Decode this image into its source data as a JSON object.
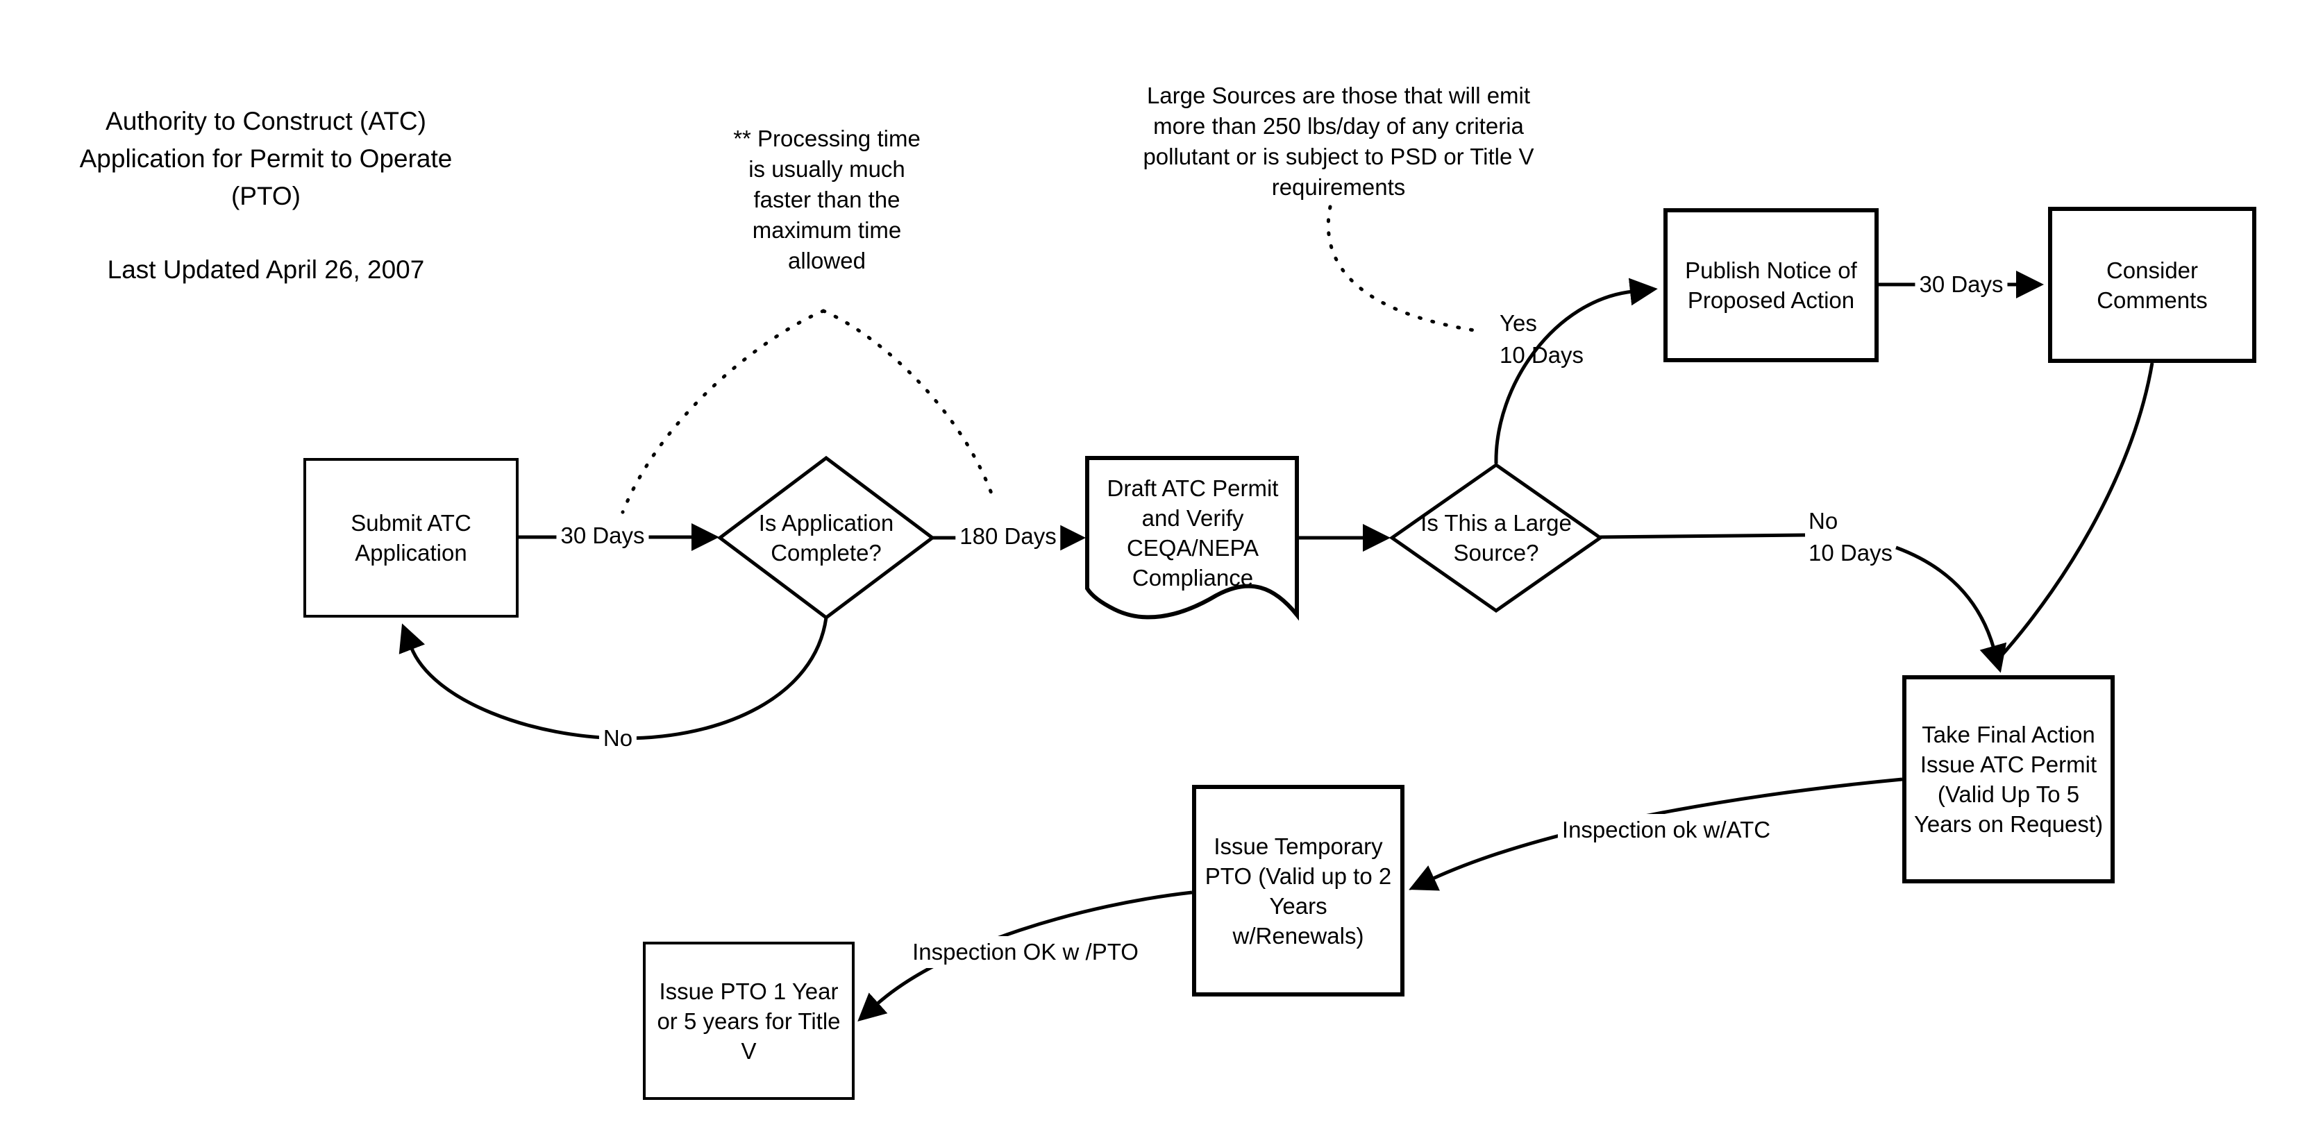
{
  "title": {
    "heading": "Authority to Construct (ATC)\nApplication for Permit to Operate\n(PTO)",
    "updated": "Last Updated April 26, 2007"
  },
  "notes": {
    "processing_time": "** Processing time\nis usually much\nfaster than the\nmaximum time\nallowed",
    "large_sources": "Large Sources are those that will emit\nmore than 250 lbs/day of any criteria\npollutant or is subject to PSD or Title V\nrequirements"
  },
  "nodes": {
    "submit": "Submit ATC\nApplication",
    "is_complete": "Is Application\nComplete?",
    "draft_permit": "Draft ATC Permit\nand Verify\nCEQA/NEPA\nCompliance",
    "is_large_source": "Is This a Large\nSource?",
    "publish_notice": "Publish Notice of\nProposed Action",
    "consider_comments": "Consider\nComments",
    "take_final_action": "Take Final Action\nIssue ATC Permit\n(Valid Up To 5\nYears on Request)",
    "issue_temp_pto": "Issue Temporary\nPTO (Valid up to 2\nYears\nw/Renewals)",
    "issue_pto": "Issue PTO 1 Year\nor 5 years for Title\nV"
  },
  "edge_labels": {
    "submit_to_complete": "30 Days",
    "complete_to_draft": "180 Days",
    "large_source_yes": "Yes\n10 Days",
    "publish_to_consider": "30 Days",
    "large_source_no": "No\n10 Days",
    "application_incomplete": "No",
    "inspection_ok_atc": "Inspection ok w/ATC",
    "inspection_ok_pto": "Inspection OK w /PTO"
  },
  "colors": {
    "ink": "#000000",
    "background": "#ffffff"
  }
}
